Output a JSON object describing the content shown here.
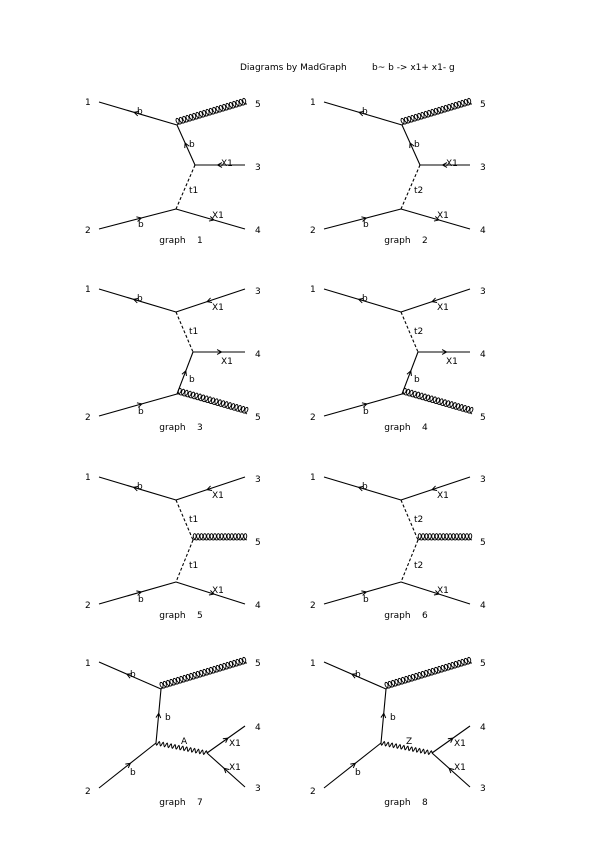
{
  "header": {
    "title": "Diagrams by MadGraph",
    "process": "b~ b -> x1+ x1- g"
  },
  "diagrams": [
    {
      "caption": "graph    1",
      "ext_labels": [
        "1",
        "2",
        "3",
        "4",
        "5"
      ],
      "line_labels": [
        "b",
        "b",
        "b",
        "X1",
        "X1",
        "t1"
      ]
    },
    {
      "caption": "graph    2",
      "ext_labels": [
        "1",
        "2",
        "3",
        "4",
        "5"
      ],
      "line_labels": [
        "b",
        "b",
        "b",
        "X1",
        "X1",
        "t2"
      ]
    },
    {
      "caption": "graph    3",
      "ext_labels": [
        "1",
        "2",
        "3",
        "4",
        "5"
      ],
      "line_labels": [
        "b",
        "X1",
        "t1",
        "X1",
        "b",
        "b"
      ]
    },
    {
      "caption": "graph    4",
      "ext_labels": [
        "1",
        "2",
        "3",
        "4",
        "5"
      ],
      "line_labels": [
        "b",
        "X1",
        "t2",
        "X1",
        "b",
        "b"
      ]
    },
    {
      "caption": "graph    5",
      "ext_labels": [
        "1",
        "2",
        "3",
        "4",
        "5"
      ],
      "line_labels": [
        "b",
        "X1",
        "t1",
        "t1",
        "b",
        "X1"
      ]
    },
    {
      "caption": "graph    6",
      "ext_labels": [
        "1",
        "2",
        "3",
        "4",
        "5"
      ],
      "line_labels": [
        "b",
        "X1",
        "t2",
        "t2",
        "b",
        "X1"
      ]
    },
    {
      "caption": "graph    7",
      "ext_labels": [
        "1",
        "2",
        "3",
        "4",
        "5"
      ],
      "line_labels": [
        "b",
        "b",
        "b",
        "A",
        "X1",
        "X1"
      ]
    },
    {
      "caption": "graph    8",
      "ext_labels": [
        "1",
        "2",
        "3",
        "4",
        "5"
      ],
      "line_labels": [
        "b",
        "b",
        "b",
        "Z",
        "X1",
        "X1"
      ]
    }
  ]
}
